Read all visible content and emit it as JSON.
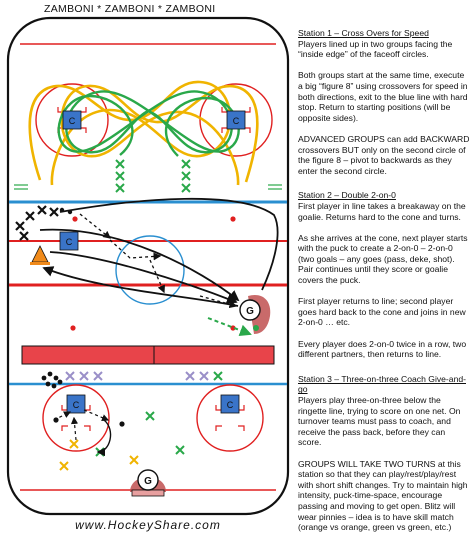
{
  "title": "ZAMBONI * ZAMBONI * ZAMBONI",
  "footer": "www.HockeyShare.com",
  "station1": {
    "heading": "Station 1 – Cross Overs for Speed",
    "p1": "Players lined up in two groups facing the “inside edge” of the faceoff circles.",
    "p2": "Both groups start at the same time, execute a big “figure 8” using crossovers for speed in both directions, exit to the blue line with hard stop. Return to starting positions (will be opposite sides).",
    "p3": "ADVANCED GROUPS can add BACKWARD crossovers BUT only on the second circle of the figure 8 – pivot to backwards as they enter the second circle."
  },
  "station2": {
    "heading": "Station 2 – Double 2-on-0",
    "p1": "First player in line takes a breakaway on the goalie. Returns hard to the cone and turns.",
    "p2": "As she arrives at the cone, next player starts with the puck to create a 2-on-0 – 2-on-0 (two goals – any goes (pass, deke, shot). Pair continues until they score or goalie covers the puck.",
    "p3": "First player returns to line; second player goes hard back to the cone and joins in new 2-on-0 … etc.",
    "p4": "Every player does 2-on-0 twice in a row, two different partners, then returns to line."
  },
  "station3": {
    "heading": "Station 3 – Three-on-three Coach Give-and-go",
    "p1": "Players play three-on-three below the ringette line, trying to score on one net. On turnover teams must pass to coach, and receive the pass back, before they can score.",
    "p2": "GROUPS WILL TAKE TWO TURNS at this station so that they can play/rest/play/rest with short shift changes. Try to maintain high intensity, puck-time-space, encourage passing and moving to get open. Blitz will wear pinnies – idea is to have skill match (orange vs orange, green vs green, etc.)"
  },
  "diagram": {
    "coach_label": "C",
    "goalie_label": "G"
  },
  "colors": {
    "red": "#e02020",
    "blue": "#2a8fd0",
    "yellow": "#f0b400",
    "green": "#2aa84a",
    "purple": "#9a8fc8",
    "cone": "#f08a1a",
    "coach": "#3a74c8"
  }
}
